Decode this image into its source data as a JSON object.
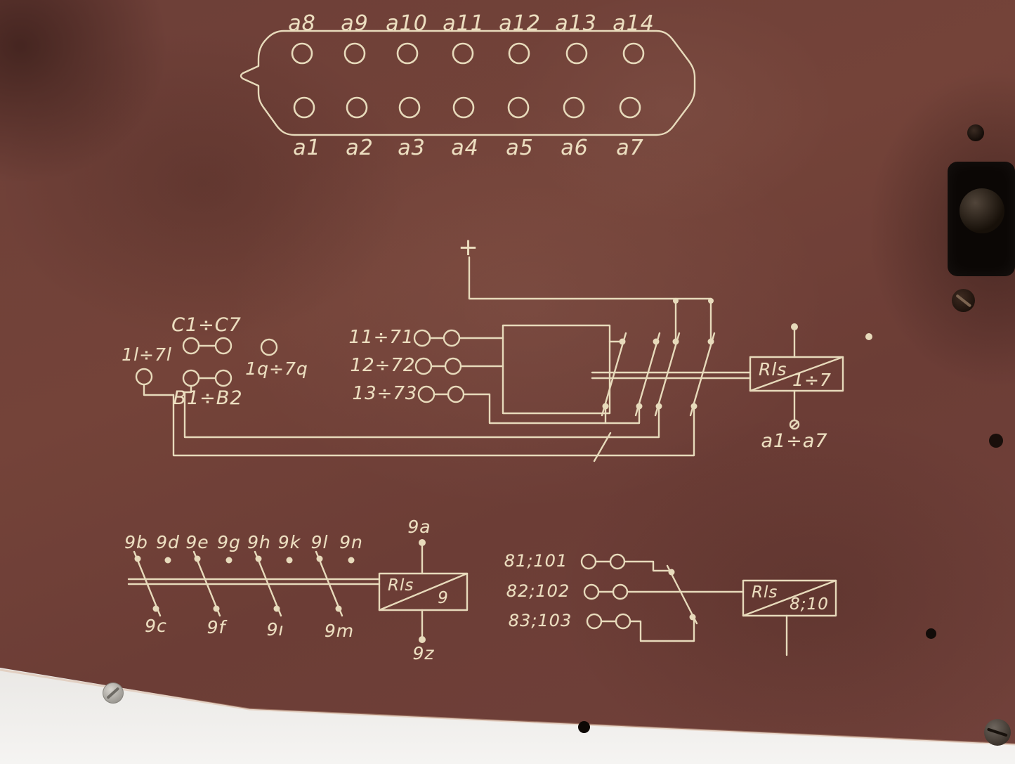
{
  "colors": {
    "panel": "#6f4039",
    "engraving": "#e7dabb",
    "background": "#d6d4d1"
  },
  "connector": {
    "top_labels": [
      "a8",
      "a9",
      "a10",
      "a11",
      "a12",
      "a13",
      "a14"
    ],
    "bottom_labels": [
      "a1",
      "a2",
      "a3",
      "a4",
      "a5",
      "a6",
      "a7"
    ]
  },
  "relay_circuit_1": {
    "plus": "+",
    "contact_group_left": {
      "l_range": "1l÷7l",
      "c_range": "C1÷C7",
      "b_range": "B1÷B2",
      "q_range": "1q÷7q"
    },
    "input_rows": [
      "11÷71",
      "12÷72",
      "13÷73"
    ],
    "relay_label": "Rls",
    "relay_range": "1÷7",
    "output_range": "a1÷a7"
  },
  "relay_circuit_9": {
    "top_contacts": [
      "9b",
      "9d",
      "9e",
      "9g",
      "9h",
      "9k",
      "9l",
      "9n"
    ],
    "bottom_contacts": [
      "9c",
      "9f",
      "9ı",
      "9m"
    ],
    "coil_top": "9a",
    "coil_bottom": "9z",
    "relay_label": "Rls",
    "relay_number": "9"
  },
  "relay_circuit_8_10": {
    "input_rows": [
      "81;101",
      "82;102",
      "83;103"
    ],
    "relay_label": "Rls",
    "relay_range": "8;10"
  }
}
